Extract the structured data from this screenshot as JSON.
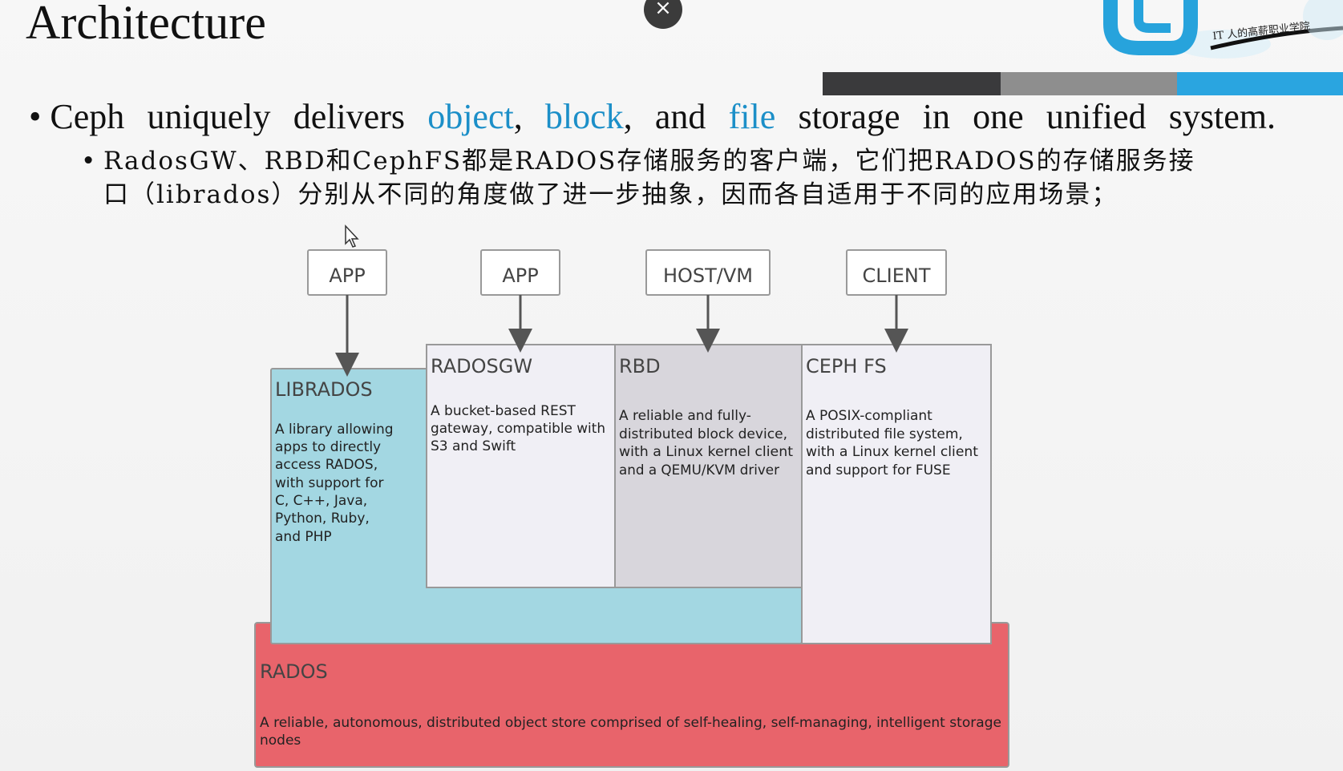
{
  "slide": {
    "title": "Architecture",
    "close_icon": "×",
    "logo_tagline": "IT 人的高薪职业学院"
  },
  "colors": {
    "accent": "#1c8fc8",
    "librados": "#a3d7e2",
    "rados": "#e8646b",
    "rbd": "#d8d6dc",
    "white_box": "#f0eff5",
    "stripe_dark": "#3a3a3c",
    "stripe_grey": "#8e8e8e",
    "stripe_blue": "#2aa5e0"
  },
  "bullets": {
    "primary": {
      "parts": [
        "Ceph",
        "uniquely",
        "delivers",
        "object,",
        "block,",
        "and",
        "file",
        "storage",
        "in",
        "one",
        "unified",
        "system."
      ],
      "highlighted": [
        "object",
        "block",
        "file"
      ]
    },
    "w_ceph": "Ceph",
    "w_uniquely": "uniquely",
    "w_delivers": "delivers",
    "w_object": "object",
    "w_comma1": ",",
    "w_block": "block",
    "w_comma2": ",",
    "w_and": "and",
    "w_file": "file",
    "w_storage": "storage",
    "w_in": "in",
    "w_one": "one",
    "w_unified": "unified",
    "w_system": "system.",
    "secondary_line1": "RadosGW、RBD和CephFS都是RADOS存储服务的客户端，它们把RADOS的存储服务接",
    "secondary_line2": "口（librados）分别从不同的角度做了进一步抽象，因而各自适用于不同的应用场景；"
  },
  "diagram": {
    "clients": [
      {
        "label": "APP"
      },
      {
        "label": "APP"
      },
      {
        "label": "HOST/VM"
      },
      {
        "label": "CLIENT"
      }
    ],
    "librados": {
      "title": "LIBRADOS",
      "desc": [
        "A library allowing",
        "apps to directly",
        "access RADOS,",
        "with support for",
        "C, C++, Java,",
        "Python, Ruby,",
        "and PHP"
      ]
    },
    "radosgw": {
      "title": "RADOSGW",
      "desc": [
        "A bucket-based REST",
        "gateway, compatible with",
        "S3 and Swift"
      ]
    },
    "rbd": {
      "title": "RBD",
      "desc": [
        "A reliable and fully-",
        "distributed block device,",
        "with a Linux kernel client",
        "and a QEMU/KVM driver"
      ]
    },
    "cephfs": {
      "title": "CEPH FS",
      "desc": [
        "A POSIX-compliant",
        "distributed file system,",
        "with a Linux kernel client",
        "and support for FUSE"
      ]
    },
    "rados": {
      "title": "RADOS",
      "desc": [
        "A reliable, autonomous, distributed object store comprised of self-healing, self-managing, intelligent storage",
        "nodes"
      ]
    }
  }
}
